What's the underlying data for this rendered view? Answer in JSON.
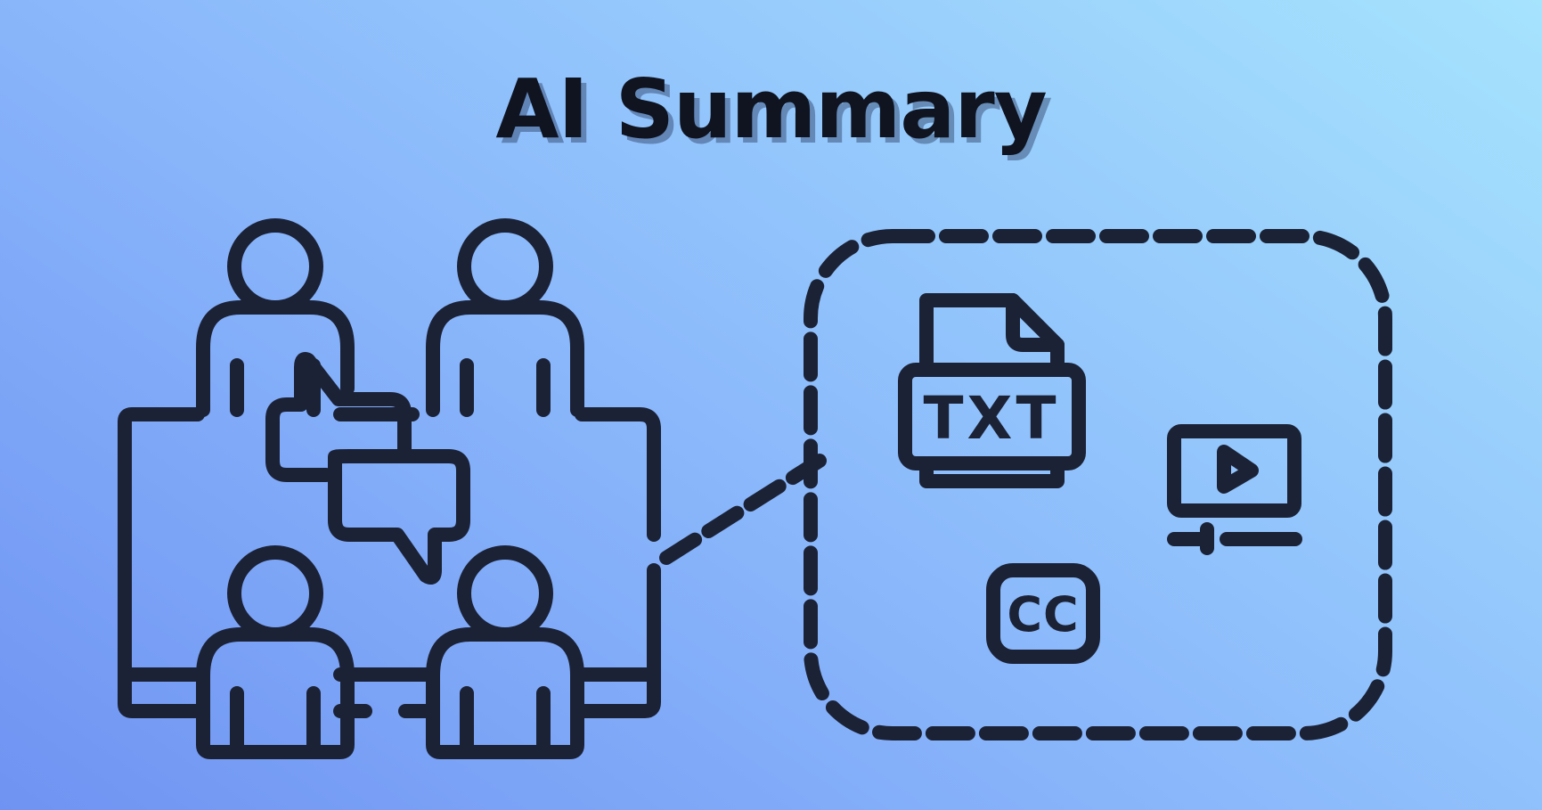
{
  "title": "AI Summary",
  "colors": {
    "background_start": "#6f93f2",
    "background_end": "#a6e3fd",
    "ink": "#1b2236"
  },
  "illustration": {
    "left": {
      "subject": "video meeting",
      "icons": [
        "person-icon",
        "person-icon",
        "person-icon",
        "person-icon",
        "chat-bubble-icon",
        "chat-bubble-icon",
        "monitor-icon"
      ]
    },
    "right": {
      "icons": [
        "txt-file-icon",
        "video-player-icon",
        "closed-captions-icon"
      ],
      "txt_label": "TXT",
      "cc_label": "CC"
    }
  }
}
